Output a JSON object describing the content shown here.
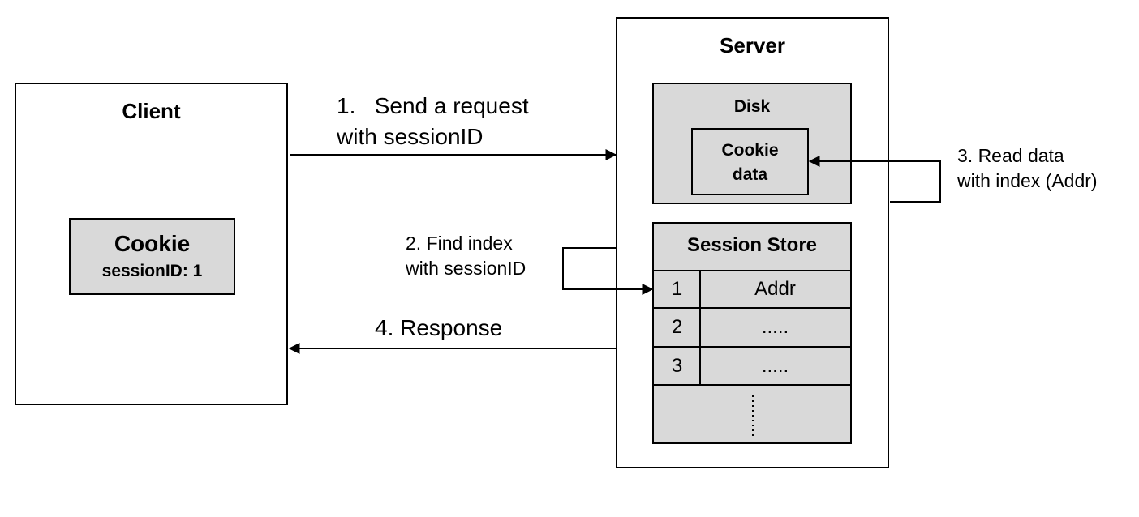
{
  "client": {
    "title": "Client",
    "cookie": {
      "title": "Cookie",
      "value": "sessionID: 1"
    }
  },
  "server": {
    "title": "Server",
    "disk": {
      "title": "Disk",
      "cookie_line1": "Cookie",
      "cookie_line2": "data"
    },
    "session_store": {
      "title": "Session Store",
      "rows": [
        {
          "index": "1",
          "value": "Addr"
        },
        {
          "index": "2",
          "value": "....."
        },
        {
          "index": "3",
          "value": "....."
        }
      ]
    }
  },
  "steps": {
    "step1_line1": "1.   Send a request",
    "step1_line2": "with sessionID",
    "step2_line1": "2. Find index",
    "step2_line2": "with sessionID",
    "step3_line1": "3. Read data",
    "step3_line2": "with index (Addr)",
    "step4": "4. Response"
  }
}
